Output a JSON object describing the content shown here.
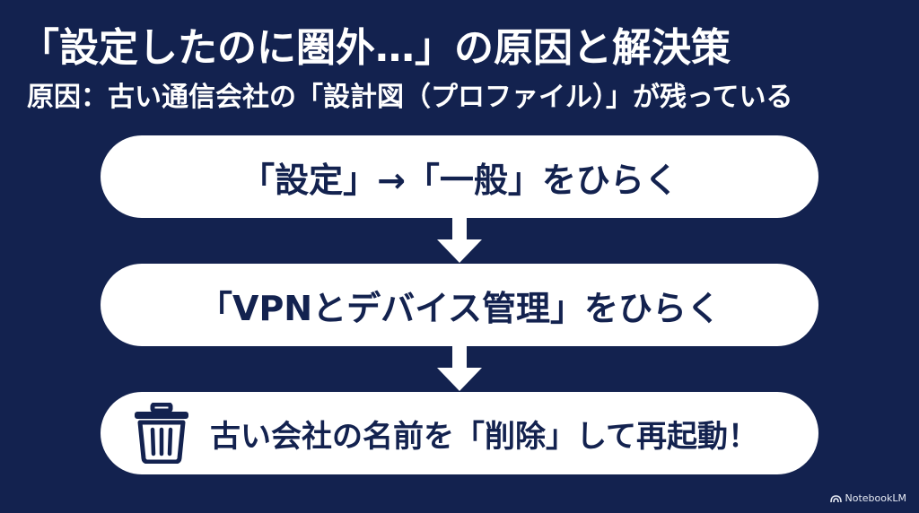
{
  "slide": {
    "title": "「設定したのに圏外…」の原因と解決策",
    "subtitle": "原因：古い通信会社の「設計図（プロファイル）」が残っている"
  },
  "steps": [
    {
      "text": "「設定」→「一般」をひらく"
    },
    {
      "text": "「VPNとデバイス管理」をひらく"
    },
    {
      "text": "古い会社の名前を「削除」して再起動！",
      "icon": "trash-icon"
    }
  ],
  "connectors": [
    "arrow-down-icon",
    "arrow-down-icon"
  ],
  "brand": {
    "label": "NotebookLM",
    "icon": "notebooklm-logo-icon"
  },
  "colors": {
    "background": "#13224f",
    "card": "#ffffff",
    "card_text": "#13224f",
    "text": "#ffffff"
  }
}
